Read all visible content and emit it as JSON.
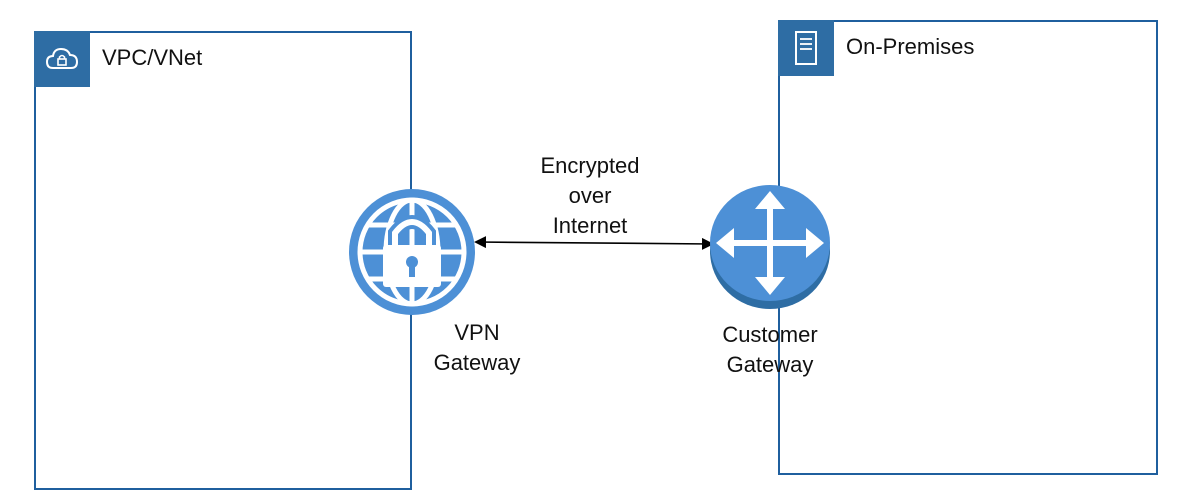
{
  "groups": {
    "vpc": {
      "label": "VPC/VNet",
      "icon": "cloud-lock-icon"
    },
    "onprem": {
      "label": "On-Premises",
      "icon": "server-icon"
    }
  },
  "nodes": {
    "vpn_gateway": {
      "label": "VPN\nGateway",
      "icon": "vpn-globe-lock-icon"
    },
    "customer_gateway": {
      "label": "Customer\nGateway",
      "icon": "router-icon"
    }
  },
  "connection": {
    "label": "Encrypted\nover\nInternet",
    "direction": "bidirectional"
  },
  "colors": {
    "border": "#1f5f9e",
    "icon_fill": "#4d90d6",
    "icon_dark": "#2e6da4",
    "text": "#111111"
  }
}
